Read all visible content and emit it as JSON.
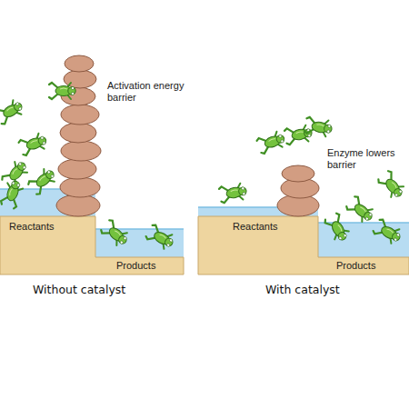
{
  "diagram": {
    "labels": [
      "Activation energy barrier",
      "Reactants",
      "Products",
      "Without catalyst",
      "Enzyme lowers barrier",
      "Reactants",
      "Products",
      "With catalyst"
    ]
  }
}
